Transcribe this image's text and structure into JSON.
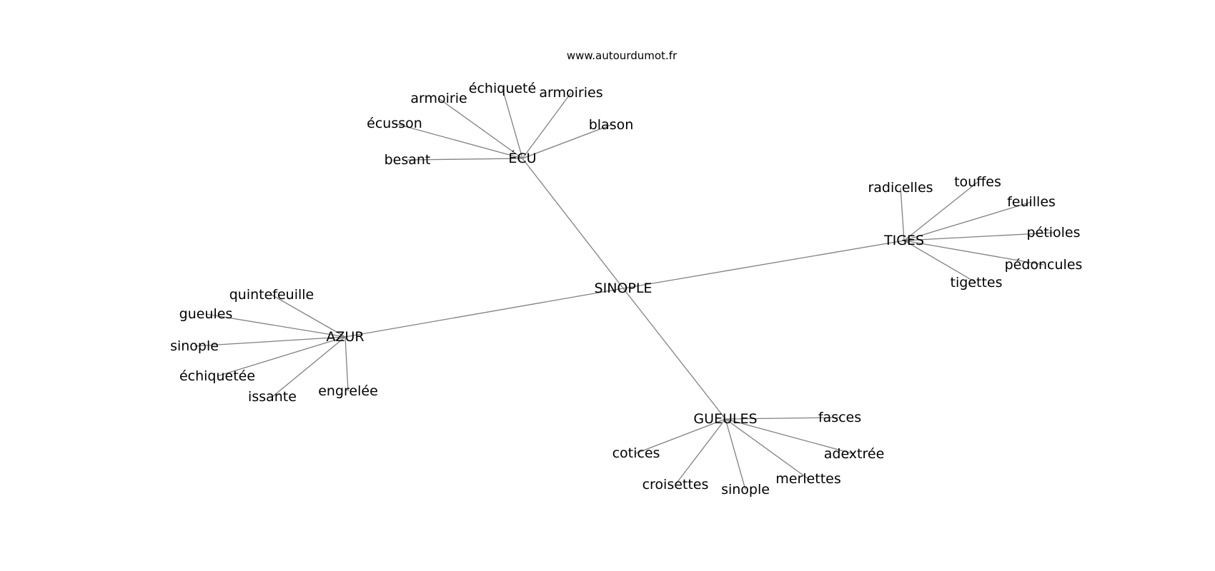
{
  "site_label": "www.autourdumot.fr",
  "graph": {
    "center": {
      "id": "sinople_c",
      "label": "SINOPLE"
    },
    "hubs": [
      {
        "id": "ecu",
        "label": "ÉCU",
        "leaves": [
          "besant",
          "écusson",
          "armoirie",
          "échiqueté",
          "armoiries",
          "blason"
        ]
      },
      {
        "id": "tiges",
        "label": "TIGES",
        "leaves": [
          "radicelles",
          "touffes",
          "feuilles",
          "pétioles",
          "pédoncules",
          "tigettes"
        ]
      },
      {
        "id": "azur",
        "label": "AZUR",
        "leaves": [
          "quintefeuille",
          "gueules",
          "sinople",
          "échiquetée",
          "issante",
          "engrelée"
        ]
      },
      {
        "id": "gueules_h",
        "label": "GUEULES",
        "leaves": [
          "fasces",
          "adextrée",
          "merlettes",
          "sinople",
          "croisettes",
          "cotices"
        ]
      }
    ]
  }
}
